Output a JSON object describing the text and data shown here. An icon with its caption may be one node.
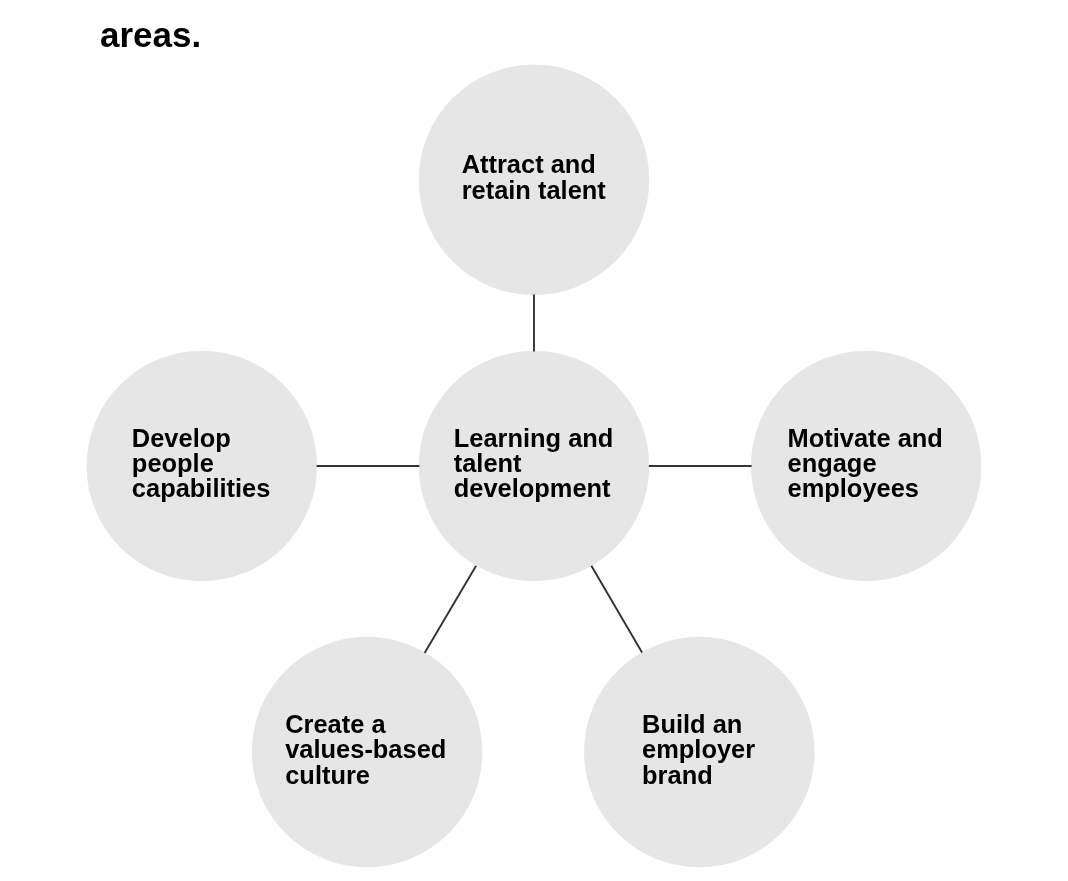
{
  "diagram": {
    "title": "areas.",
    "nodes": [
      {
        "text": [
          "Attract and retain talent"
        ]
      },
      {
        "text": [
          "Develop people capabilities"
        ]
      },
      {
        "text": [
          "Learning and talent development"
        ]
      },
      {
        "text": [
          "Motivate and engage employees"
        ]
      },
      {
        "text": [
          "Create a values-based culture"
        ]
      },
      {
        "text": [
          "Build an employer brand"
        ]
      }
    ],
    "edges": [
      {
        "from": 0,
        "to": 2,
        "arrow": "none"
      },
      {
        "from": 1,
        "to": 2,
        "arrow": "none"
      },
      {
        "from": 2,
        "to": 3,
        "arrow": "none"
      },
      {
        "from": 2,
        "to": 4,
        "arrow": "none"
      },
      {
        "from": 2,
        "to": 5,
        "arrow": "none"
      }
    ]
  }
}
